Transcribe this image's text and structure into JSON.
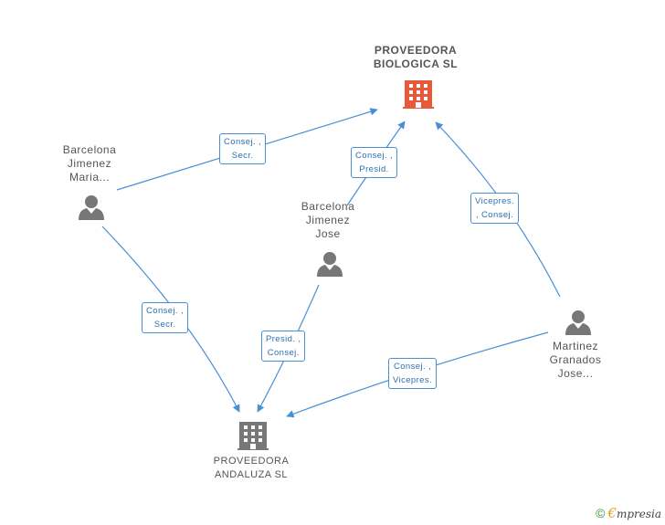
{
  "nodes": {
    "proveedora_biologica": {
      "line1": "PROVEEDORA",
      "line2": "BIOLOGICA SL",
      "color": "#e8593a"
    },
    "proveedora_andaluza": {
      "line1": "PROVEEDORA",
      "line2": "ANDALUZA SL",
      "color": "#777777"
    },
    "barcelona_maria": {
      "line1": "Barcelona",
      "line2": "Jimenez",
      "line3": "Maria..."
    },
    "barcelona_jose": {
      "line1": "Barcelona",
      "line2": "Jimenez",
      "line3": "Jose"
    },
    "martinez_jose": {
      "line1": "Martinez",
      "line2": "Granados",
      "line3": "Jose..."
    }
  },
  "edges": {
    "maria_biologica": {
      "line1": "Consej. ,",
      "line2": "Secr."
    },
    "jose_biologica": {
      "line1": "Consej. ,",
      "line2": "Presid."
    },
    "martinez_biologica": {
      "line1": "Vicepres.",
      "line2": ", Consej."
    },
    "maria_andaluza": {
      "line1": "Consej. ,",
      "line2": "Secr."
    },
    "jose_andaluza": {
      "line1": "Presid. ,",
      "line2": "Consej."
    },
    "martinez_andaluza": {
      "line1": "Consej. ,",
      "line2": "Vicepres."
    }
  },
  "footer": {
    "copyright": "©",
    "brand_initial": "€",
    "brand_rest": "mpresia"
  },
  "colors": {
    "edge": "#4a8fd6",
    "person": "#777777"
  }
}
